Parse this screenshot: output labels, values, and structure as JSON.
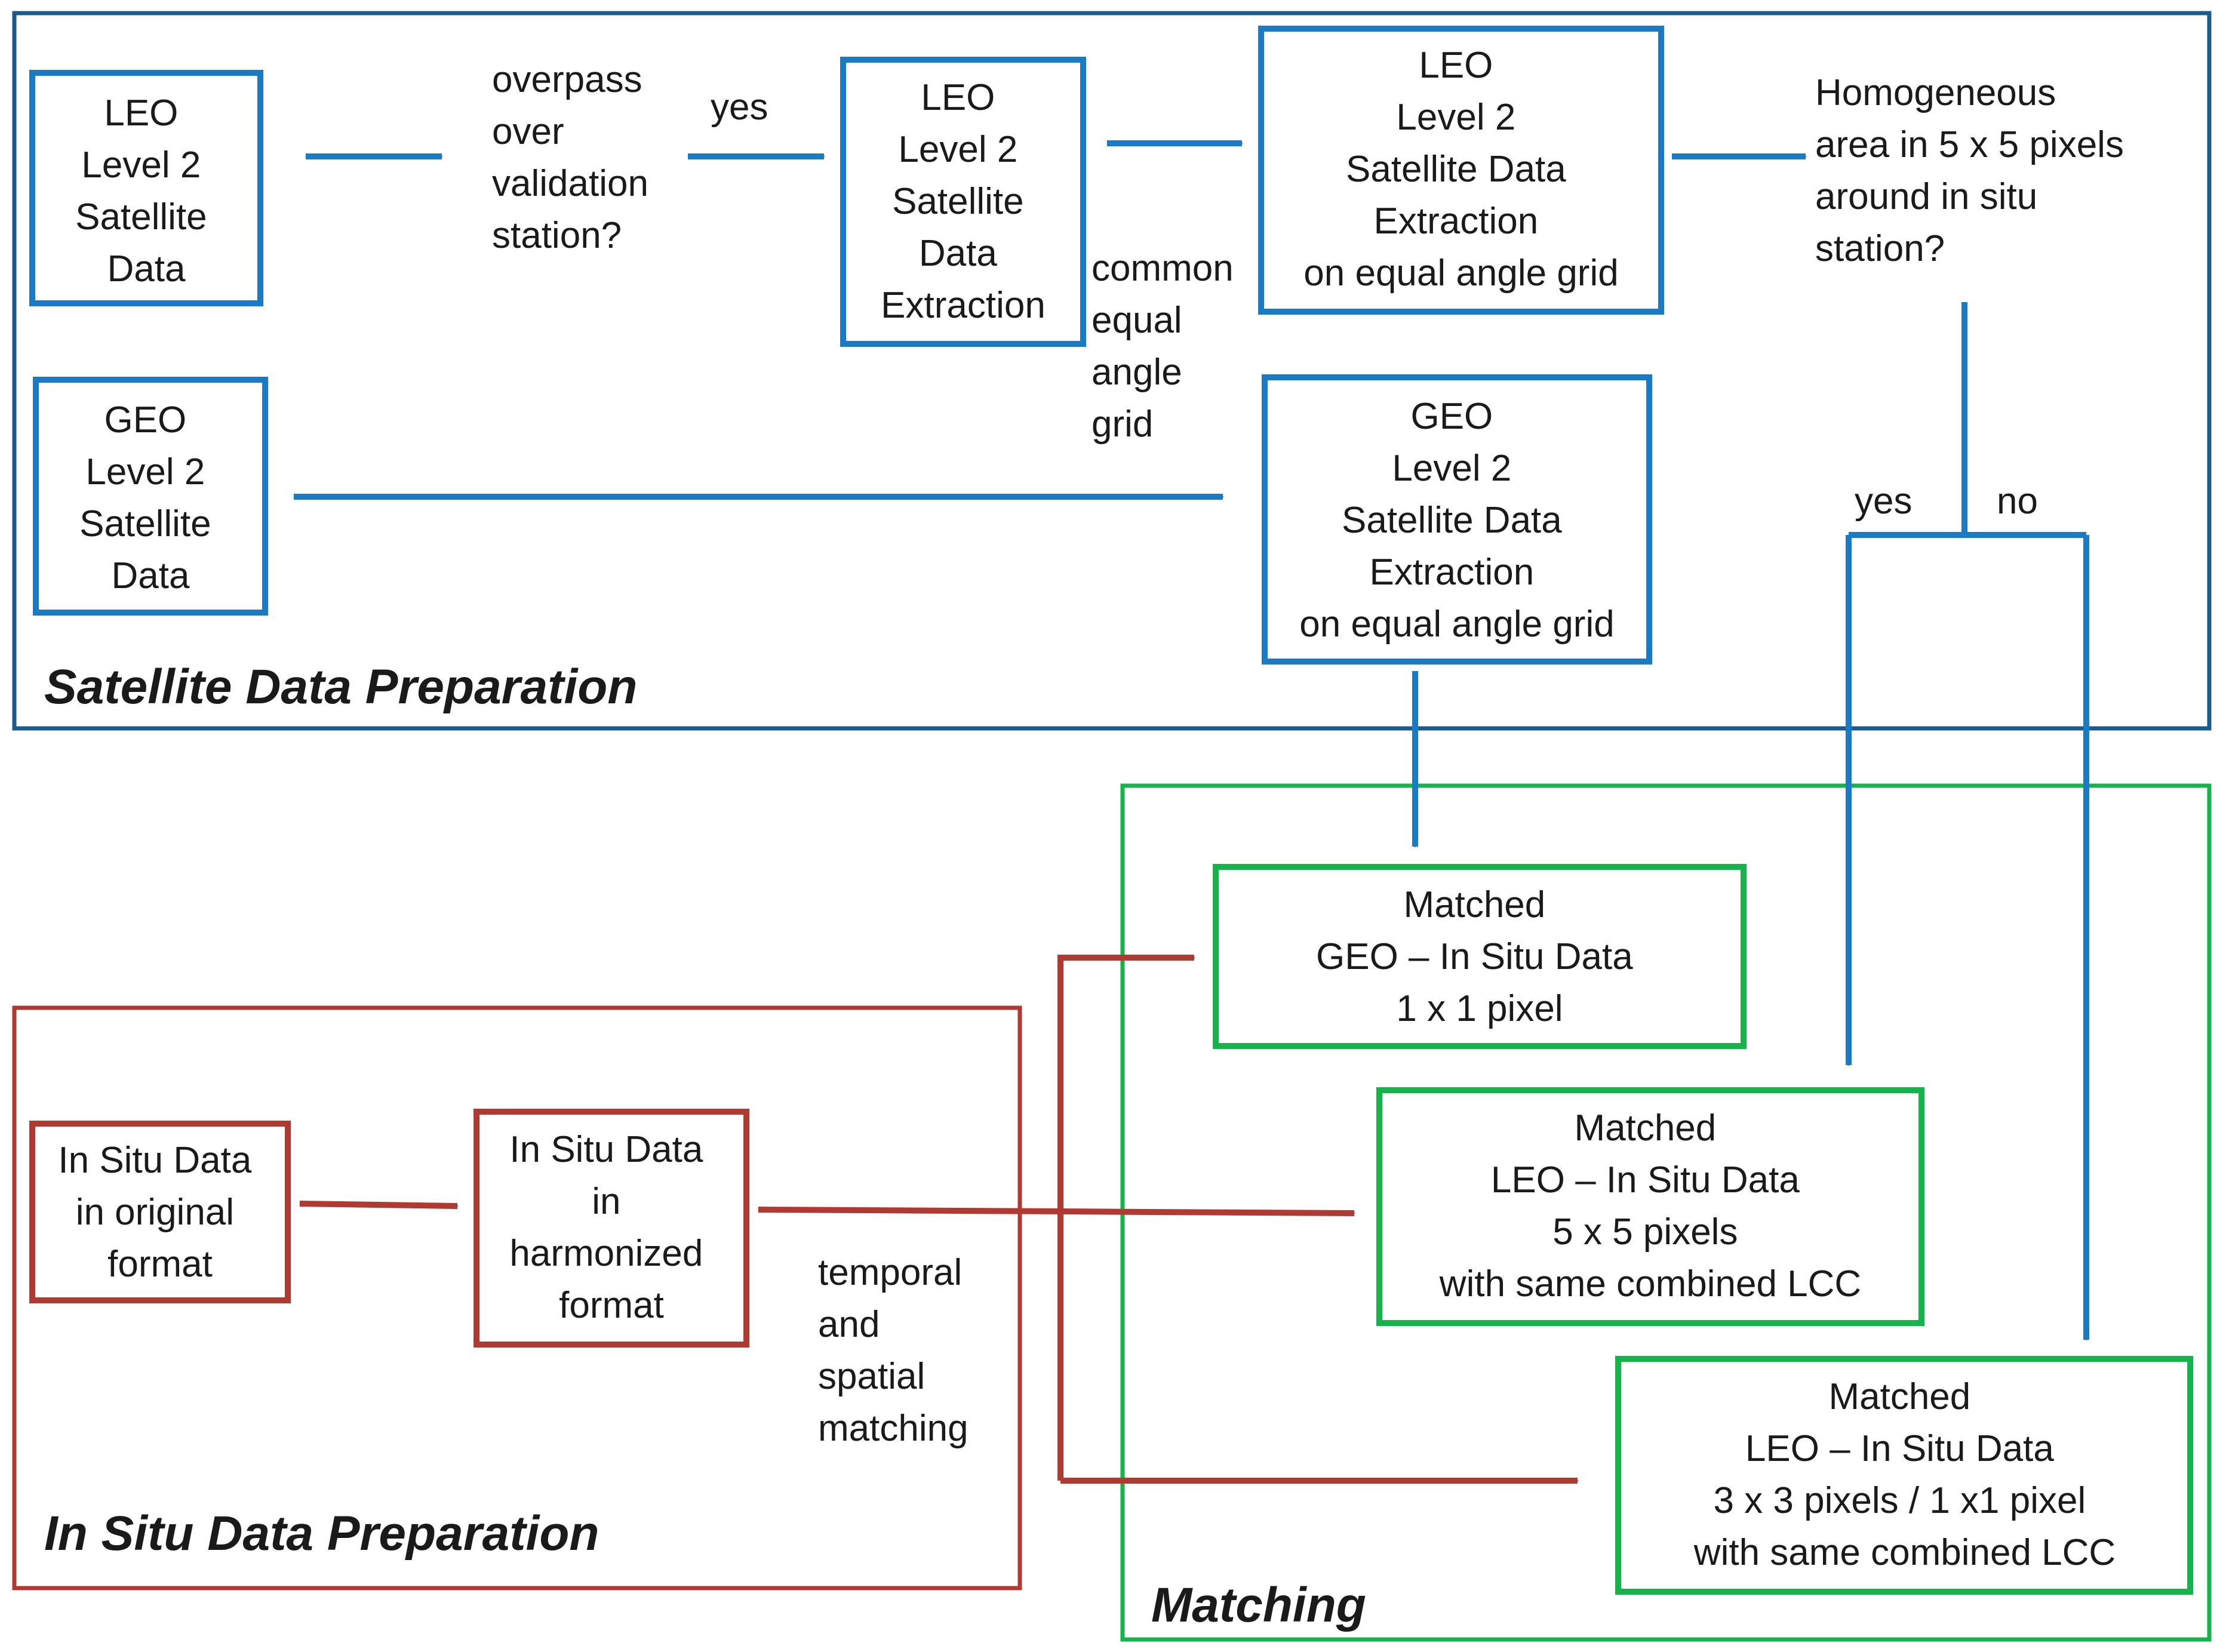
{
  "colors": {
    "satellite": "#1a7ac4",
    "satellite_frame": "#1c5c8c",
    "insitu": "#b03a32",
    "matching": "#16b34a",
    "text": "#1a1a1a"
  },
  "sections": {
    "satellite": {
      "title": "Satellite Data Preparation"
    },
    "insitu": {
      "title": "In Situ Data Preparation"
    },
    "matching": {
      "title": "Matching"
    }
  },
  "nodes": {
    "leo_input": {
      "lines": [
        "LEO",
        "Level 2",
        "Satellite",
        "Data"
      ]
    },
    "geo_input": {
      "lines": [
        "GEO",
        "Level 2",
        "Satellite",
        "Data"
      ]
    },
    "overpass_question": {
      "lines": [
        "overpass",
        "over",
        "validation",
        "station?"
      ]
    },
    "leo_extraction": {
      "lines": [
        "LEO",
        "Level 2",
        "Satellite",
        "Data",
        "Extraction"
      ]
    },
    "leo_grid_extraction": {
      "lines": [
        "LEO",
        "Level 2",
        "Satellite Data",
        "Extraction",
        "on equal angle grid"
      ]
    },
    "homogeneous_question": {
      "lines": [
        "Homogeneous",
        "area in 5 x 5 pixels",
        "around in situ",
        "station?"
      ]
    },
    "geo_grid_extraction": {
      "lines": [
        "GEO",
        "Level 2",
        "Satellite Data",
        "Extraction",
        "on equal angle grid"
      ]
    },
    "insitu_original": {
      "lines": [
        "In Situ Data",
        "in original",
        "format"
      ]
    },
    "insitu_harmonized": {
      "lines": [
        "In Situ Data",
        "in",
        "harmonized",
        "format"
      ]
    },
    "matched_geo": {
      "lines": [
        "Matched",
        "GEO – In Situ Data",
        "1 x 1 pixel"
      ]
    },
    "matched_leo_5x5": {
      "lines": [
        "Matched",
        "LEO – In Situ Data",
        "5 x 5 pixels",
        "with same combined LCC"
      ]
    },
    "matched_leo_3x3": {
      "lines": [
        "Matched",
        "LEO – In Situ Data",
        "3 x 3 pixels / 1 x1 pixel",
        "with same combined LCC"
      ]
    }
  },
  "labels": {
    "overpass_yes": "yes",
    "common_grid": [
      "common",
      "equal",
      "angle",
      "grid"
    ],
    "homogeneous_yes": "yes",
    "homogeneous_no": "no",
    "temporal_spatial": [
      "temporal",
      "and",
      "spatial",
      "matching"
    ]
  }
}
